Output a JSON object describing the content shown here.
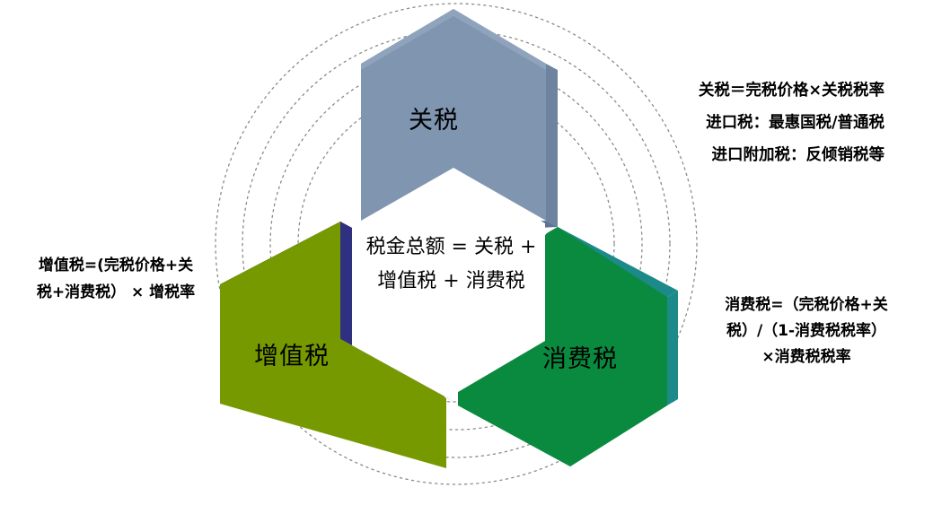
{
  "diagram": {
    "title_center": {
      "line1": "税金总额 = 关税 +",
      "line2": "增值税 + 消费税"
    },
    "segments": [
      {
        "key": "tariff",
        "label": "关税",
        "color": "#7f95b0",
        "edge_color": "#6d83a0",
        "position": "top"
      },
      {
        "key": "vat",
        "label": "增值税",
        "color": "#769900",
        "edge_color": "#2f3080",
        "position": "bottom-left"
      },
      {
        "key": "consumption",
        "label": "消费税",
        "color": "#0a8a3f",
        "edge_color": "#1d8a8a",
        "position": "bottom-right"
      }
    ],
    "notes": {
      "tariff": [
        "关税＝完税价格×关税税率",
        "进口税：最惠国税/普通税",
        "进口附加税：反倾销税等"
      ],
      "vat": [
        "增值税=(完税价格+关",
        "税+消费税） × 增税率"
      ],
      "consumption": [
        "消费税=（完税价格+关",
        "税）/（1-消费税税率）",
        "×消费税税率"
      ]
    },
    "background": {
      "arc_color": "#8a8a8a",
      "arc_style": "dotted",
      "arc_count": 4
    }
  }
}
